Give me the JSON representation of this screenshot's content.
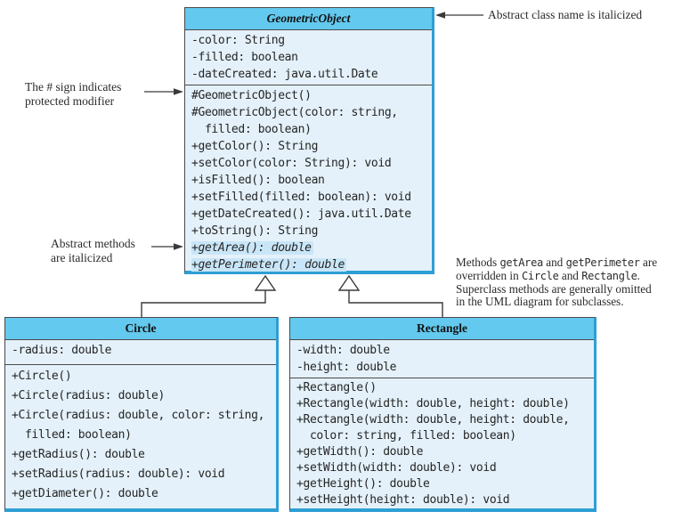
{
  "colors": {
    "header_bg": "#63C9EE",
    "body_bg": "#E4F1FA",
    "border_blue": "#2E9FD4",
    "highlight": "#C9E6F8"
  },
  "annotations": {
    "abstract_class": "Abstract class name is italicized",
    "protected": {
      "line1": "The # sign indicates",
      "line2": "protected modifier"
    },
    "abstract_methods": {
      "line1": "Abstract methods",
      "line2": "are italicized"
    },
    "override_note": {
      "seg_methods": "Methods ",
      "seg_getarea": "getArea",
      "seg_and1": " and ",
      "seg_getperimeter": "getPerimeter",
      "seg_are": " are",
      "seg_overridden": "overridden in ",
      "seg_circle": "Circle",
      "seg_and2": " and ",
      "seg_rectangle": "Rectangle",
      "seg_period": ".",
      "line3": "Superclass methods are generally omitted",
      "line4": "in the UML diagram for subclasses."
    }
  },
  "classes": {
    "geometric_object": {
      "title": "GeometricObject",
      "fields": [
        "-color: String",
        "-filled: boolean",
        "-dateCreated: java.util.Date"
      ],
      "methods": [
        "#GeometricObject()",
        "#GeometricObject(color: string,\n  filled: boolean)",
        "+getColor(): String",
        "+setColor(color: String): void",
        "+isFilled(): boolean",
        "+setFilled(filled: boolean): void",
        "+getDateCreated(): java.util.Date",
        "+toString(): String",
        "+getArea(): double",
        "+getPerimeter(): double"
      ]
    },
    "circle": {
      "title": "Circle",
      "fields": [
        "-radius: double"
      ],
      "methods": [
        "+Circle()",
        "+Circle(radius: double)",
        "+Circle(radius: double, color: string,\n  filled: boolean)",
        "+getRadius(): double",
        "+setRadius(radius: double): void",
        "+getDiameter(): double"
      ]
    },
    "rectangle": {
      "title": "Rectangle",
      "fields": [
        "-width: double",
        "-height: double"
      ],
      "methods": [
        "+Rectangle()",
        "+Rectangle(width: double, height: double)",
        "+Rectangle(width: double, height: double,\n  color: string, filled: boolean)",
        "+getWidth(): double",
        "+setWidth(width: double): void",
        "+getHeight(): double",
        "+setHeight(height: double): void"
      ]
    }
  }
}
